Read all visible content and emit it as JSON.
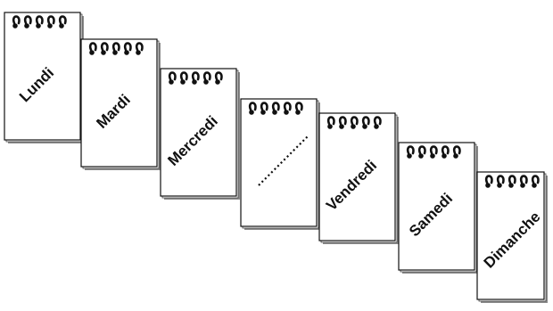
{
  "pads": [
    {
      "day": "Lundi"
    },
    {
      "day": "Mardi"
    },
    {
      "day": "Mercredi"
    },
    {
      "day": "",
      "dotted_blank": true
    },
    {
      "day": "Vendredi"
    },
    {
      "day": "Samedi"
    },
    {
      "day": "Dimanche"
    }
  ],
  "rings_per_pad": 5,
  "colors": {
    "ink": "#111111",
    "paper": "#ffffff",
    "shadow": "#8c8c8c",
    "edge": "#444444"
  }
}
